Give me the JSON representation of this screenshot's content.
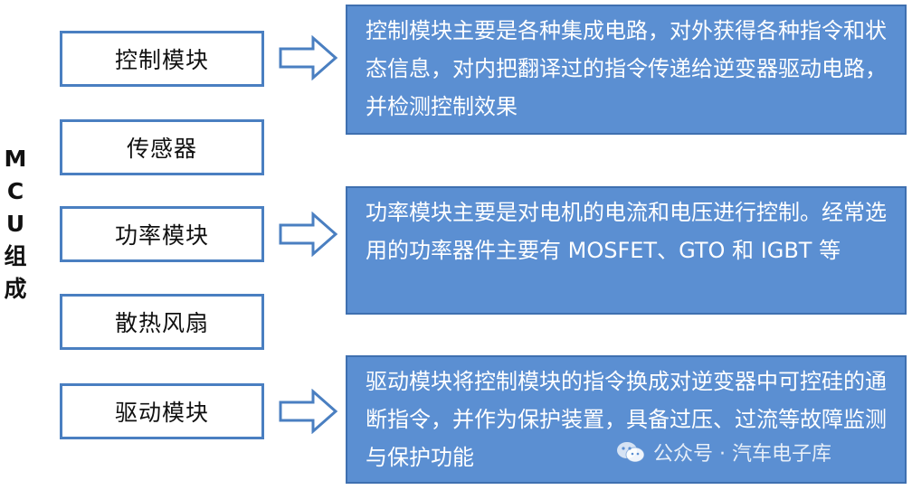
{
  "side_label": [
    "M",
    "C",
    "U",
    "组",
    "成"
  ],
  "modules": [
    "控制模块",
    "传感器",
    "功率模块",
    "散热风扇",
    "驱动模块"
  ],
  "descriptions": [
    "控制模块主要是各种集成电路，对外获得各种指令和状态信息，对内把翻译过的指令传递给逆变器驱动电路，并检测控制效果",
    "功率模块主要是对电机的电流和电压进行控制。经常选用的功率器件主要有 MOSFET、GTO 和 IGBT 等",
    "驱动模块将控制模块的指令换成对逆变器中可控硅的通断指令，并作为保护装置，具备过压、过流等故障监测与保护功能"
  ],
  "watermark": {
    "text": "公众号 · 汽车电子库",
    "icon": "wechat-icon"
  },
  "colors": {
    "box_border": "#4a7fc1",
    "desc_fill": "#5b8fd2",
    "arrow_stroke": "#4a7fc1"
  }
}
